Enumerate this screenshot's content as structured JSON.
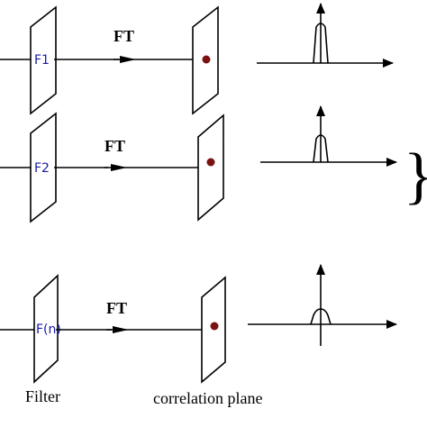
{
  "colors": {
    "stroke": "#000000",
    "filter_label": "#1a1aa8",
    "dot": "#7a1212"
  },
  "rows": [
    {
      "filter_label": "F1",
      "transform_label": "FT"
    },
    {
      "filter_label": "F2",
      "transform_label": "FT"
    },
    {
      "filter_label": "F(n)",
      "transform_label": "FT"
    }
  ],
  "captions": {
    "filter": "Filter",
    "correlation_plane": "correlation plane"
  },
  "brace_glyph": "}"
}
